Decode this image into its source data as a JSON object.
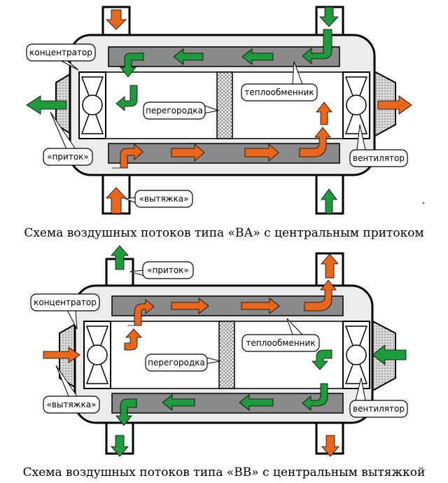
{
  "diagrams": [
    {
      "caption": "Схема воздушных потоков типа «ВА» с центральным притоком",
      "labels": {
        "concentrator": "концентратор",
        "heat_exchanger": "теплообменник",
        "partition": "перегородка",
        "inflow": "«приток»",
        "fan": "вентилятор",
        "exhaust": "«вытяжка»"
      }
    },
    {
      "caption": "Схема воздушных потоков типа «ВВ» с центральным вытяжкой",
      "labels": {
        "inflow": "«приток»",
        "concentrator": "концентратор",
        "heat_exchanger": "теплообменник",
        "partition": "перегородка",
        "exhaust": "«вытяжка»",
        "fan": "вентилятор"
      }
    }
  ],
  "colors": {
    "warm": "#e8671e",
    "cold": "#1f9a3c",
    "channel": "#8a8a8a",
    "body": "#ececec"
  }
}
